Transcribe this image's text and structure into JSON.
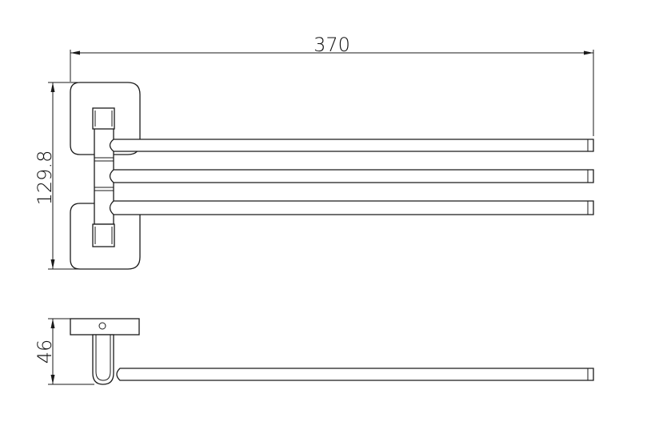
{
  "drawing": {
    "dimensions": {
      "width": "370",
      "height": "129.8",
      "depth": "46"
    },
    "line_color": "#1a1a1a",
    "background": "#ffffff"
  }
}
